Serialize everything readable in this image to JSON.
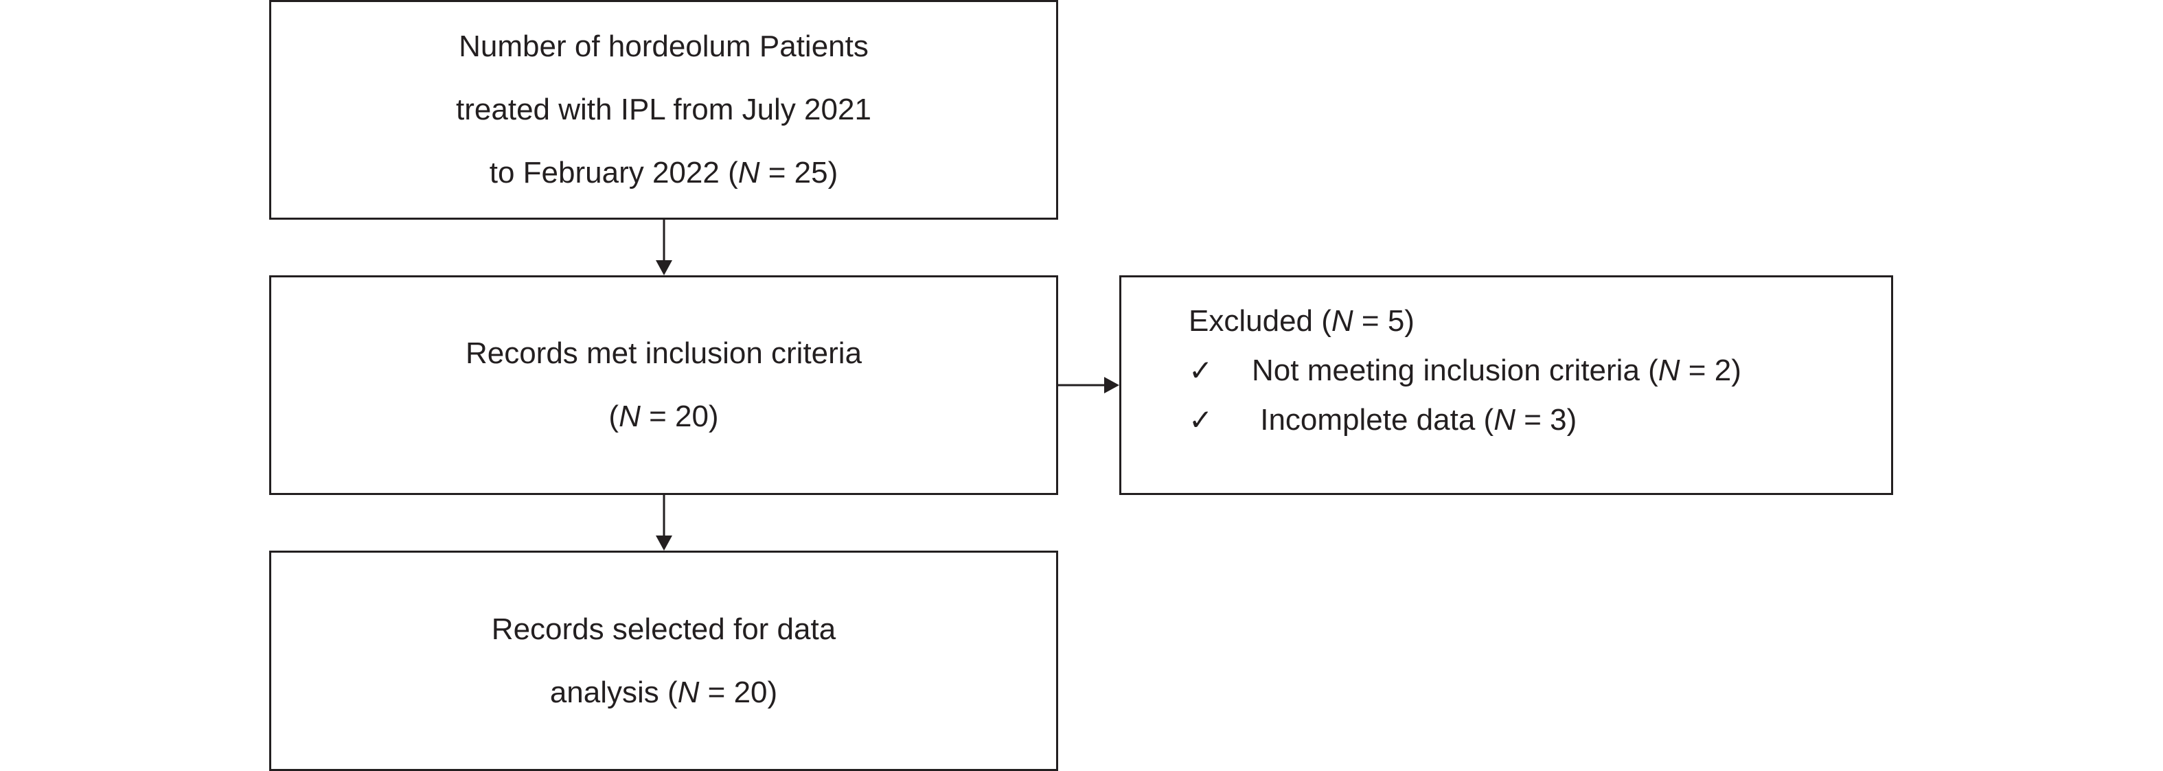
{
  "boxes": {
    "identified": {
      "line1": "Number of hordeolum Patients",
      "line2": "treated with IPL from July 2021",
      "line3_prefix": "to February 2022 (",
      "n_symbol": "N",
      "line3_suffix": " = 25)"
    },
    "included": {
      "line1": "Records met inclusion criteria",
      "line2_prefix": "(",
      "n_symbol": "N",
      "line2_suffix": " = 20)"
    },
    "analysis": {
      "line1": "Records selected for data",
      "line2_prefix": "analysis (",
      "n_symbol": "N",
      "line2_suffix": " = 20)"
    },
    "excluded": {
      "title_prefix": "Excluded (",
      "n_symbol": "N",
      "title_suffix": " = 5)",
      "items": [
        {
          "check": "✓",
          "label_prefix": "Not meeting inclusion criteria (",
          "n_symbol": "N",
          "label_suffix": " = 2)"
        },
        {
          "check": "✓",
          "label_prefix": " Incomplete data (",
          "n_symbol": "N",
          "label_suffix": " = 3)"
        }
      ]
    }
  },
  "colors": {
    "stroke": "#231f20",
    "text": "#231f20",
    "background": "#ffffff"
  }
}
